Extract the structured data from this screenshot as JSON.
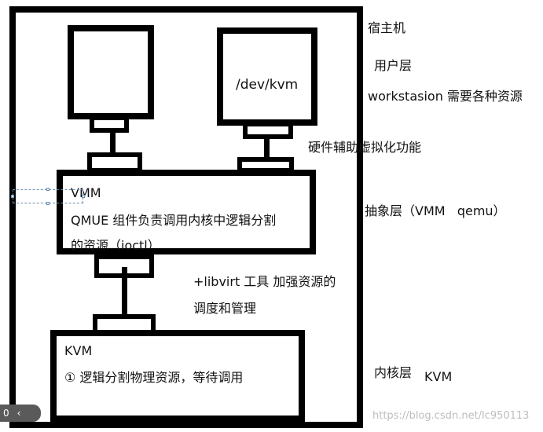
{
  "host": {
    "label": "宿主机"
  },
  "layers": {
    "user_layer": "用户层",
    "workstation_note": "workstasion 需要各种资源",
    "hw_assist": "硬件辅助虚拟化功能",
    "abstraction_layer": "抽象层（VMM   qemu）",
    "libvirt_line1": "+libvirt 工具 加强资源的",
    "libvirt_line2": "调度和管理",
    "kernel_layer": "内核层",
    "kernel_kvm": "KVM"
  },
  "boxes": {
    "devkvm": "/dev/kvm",
    "vmm_title": "VMM",
    "vmm_line1": "QMUE 组件负责调用内核中逻辑分割",
    "vmm_line2": "的资源（ioctl）",
    "kvm_title": "KVM",
    "kvm_line1": "① 逻辑分割物理资源，等待调用"
  },
  "watermark": "https://blog.csdn.net/lc950113",
  "viewer_chip": {
    "badge": "0",
    "arrow": "‹"
  }
}
